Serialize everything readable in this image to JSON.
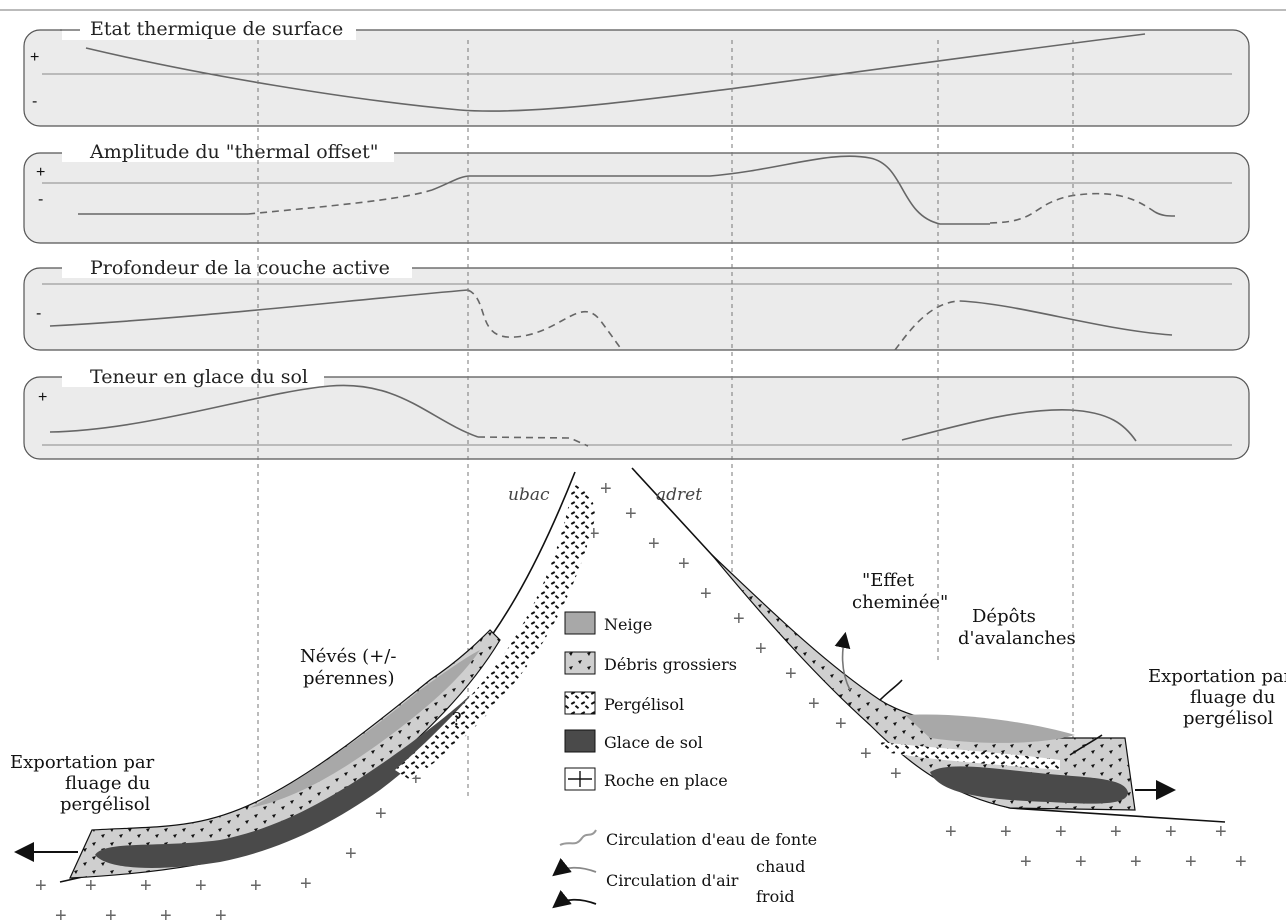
{
  "panels": [
    {
      "title": "Etat thermique de surface",
      "plus": "+",
      "minus": "-"
    },
    {
      "title": "Amplitude du \"thermal offset\"",
      "plus": "+",
      "minus": "-"
    },
    {
      "title": "Profondeur de la couche active",
      "minus": "-"
    },
    {
      "title": "Teneur en glace du sol",
      "plus": "+"
    }
  ],
  "slope_labels": {
    "ubac": "ubac",
    "adret": "adret"
  },
  "annotations": {
    "neves_1": "Névés (+/-",
    "neves_2": "pérennes)",
    "effet_1": "\"Effet",
    "effet_2": "cheminée\"",
    "depots_1": "Dépôts",
    "depots_2": "d'avalanches",
    "export_left_1": "Exportation par",
    "export_left_2": "fluage du",
    "export_left_3": "pergélisol",
    "export_right_1": "Exportation par",
    "export_right_2": "fluage du",
    "export_right_3": "pergélisol",
    "question_mark": "?"
  },
  "legend": {
    "neige": "Neige",
    "debris": "Débris grossiers",
    "pergelisol": "Pergélisol",
    "glace": "Glace de sol",
    "roche": "Roche en place",
    "eau": "Circulation d'eau de fonte",
    "air": "Circulation d'air",
    "chaud": "chaud",
    "froid": "froid"
  },
  "colors": {
    "snow": "#a8a8a8",
    "debris": "#cfcfcf",
    "ice": "#4a4a4a",
    "curve": "#666666",
    "panel_bg": "#ebebeb"
  }
}
